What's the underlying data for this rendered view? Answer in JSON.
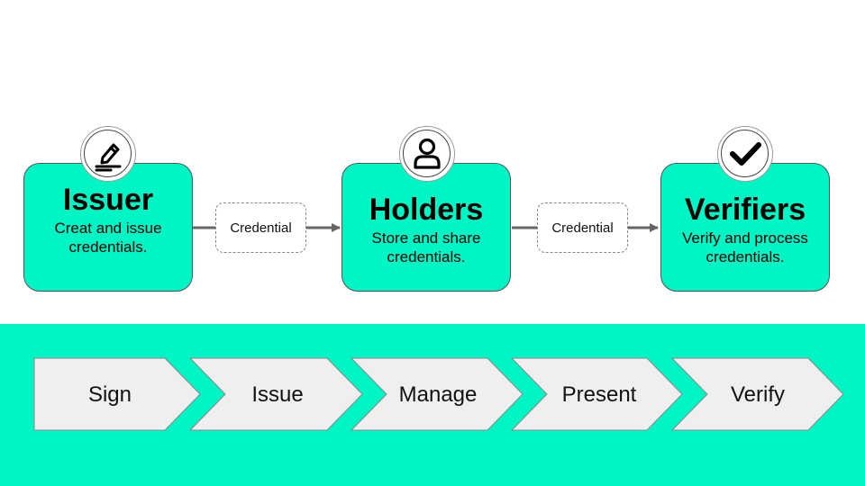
{
  "roles": [
    {
      "title": "Issuer",
      "desc_line1": "Creat and issue",
      "desc_line2": "credentials.",
      "icon": "pen-signature-icon"
    },
    {
      "title": "Holders",
      "desc_line1": "Store and share",
      "desc_line2": "credentials.",
      "icon": "person-icon"
    },
    {
      "title": "Verifiers",
      "desc_line1": "Verify and process",
      "desc_line2": "credentials.",
      "icon": "checkmark-icon"
    }
  ],
  "connectors": [
    {
      "label": "Credential"
    },
    {
      "label": "Credential"
    }
  ],
  "steps": [
    "Sign",
    "Issue",
    "Manage",
    "Present",
    "Verify"
  ],
  "colors": {
    "accent": "#00f5c4",
    "step_fill": "#efefef",
    "connector": "#666666"
  }
}
